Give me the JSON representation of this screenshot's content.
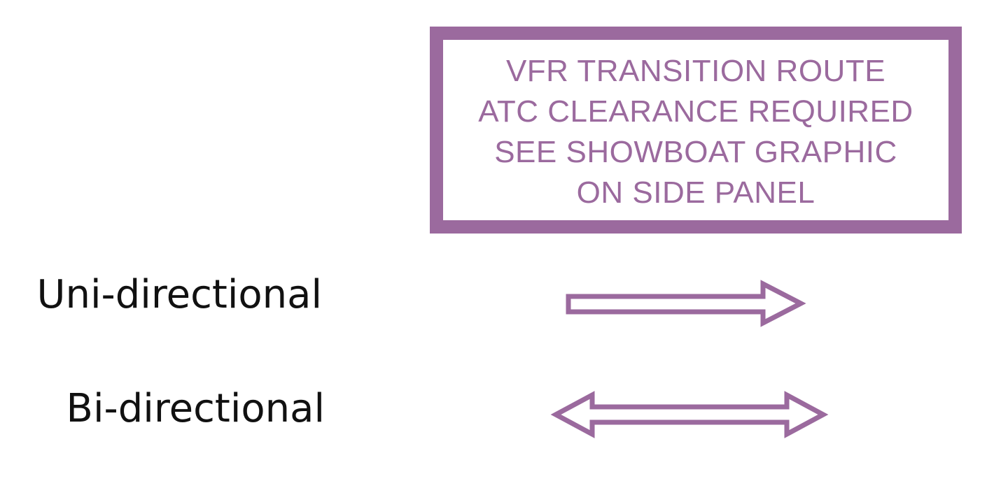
{
  "notice": {
    "lines": [
      "VFR TRANSITION ROUTE",
      "ATC CLEARANCE REQUIRED",
      "SEE SHOWBOAT GRAPHIC",
      "ON SIDE PANEL"
    ]
  },
  "legend": {
    "uni": {
      "label": "Uni-directional",
      "arrow": "right-arrow-icon"
    },
    "bi": {
      "label": "Bi-directional",
      "arrow": "double-arrow-icon"
    }
  },
  "colors": {
    "accent": "#9b6a9e",
    "text": "#111111",
    "background": "#ffffff"
  }
}
